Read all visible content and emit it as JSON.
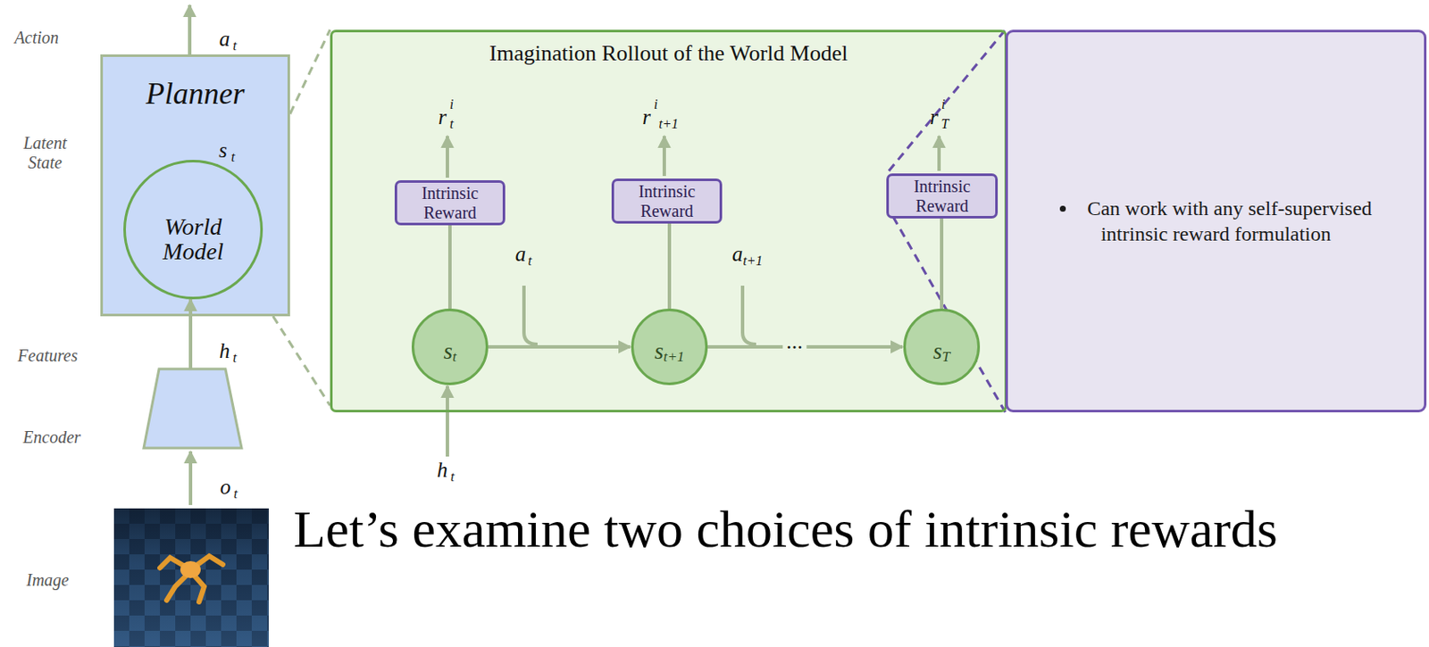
{
  "diagram": {
    "title": "Let’s examine two choices of intrinsic rewards",
    "nodes": [
      {
        "text": [
          "Planner"
        ]
      },
      {
        "text": [
          "World Model"
        ],
        "in": 0
      },
      {
        "text": [
          "Imagination Rollout of the World Model"
        ]
      },
      {
        "text": [
          "Intrinsic Reward"
        ],
        "in": 2
      },
      {
        "text": [
          "Intrinsic Reward"
        ],
        "in": 2
      },
      {
        "text": [
          "Intrinsic Reward"
        ],
        "in": 2
      },
      {
        "text": [
          "s",
          "t"
        ],
        "in": 2
      },
      {
        "text": [
          "s",
          "t+1"
        ],
        "in": 2
      },
      {
        "text": [
          "s",
          "T"
        ],
        "in": 2
      },
      {
        "text": [
          "Can work with any self-supervised intrinsic reward formulation"
        ]
      }
    ],
    "edges": [
      {
        "from": 6,
        "to": 7,
        "arrow": "to"
      },
      {
        "from": 7,
        "to": 8,
        "arrow": "to"
      },
      {
        "from": 6,
        "to": 3,
        "arrow": "none"
      },
      {
        "from": 7,
        "to": 4,
        "arrow": "none"
      },
      {
        "from": 8,
        "to": 5,
        "arrow": "none"
      }
    ],
    "labels": [
      "Action",
      "Latent State",
      "Features",
      "Encoder",
      "Image",
      "a",
      "t",
      "s",
      "t",
      "h",
      "t",
      "o",
      "t",
      "r",
      "i",
      "t",
      "r",
      "i",
      "t+1",
      "r",
      "i",
      "T",
      "a",
      "t",
      "a",
      "t+1",
      "...",
      "h",
      "t"
    ]
  }
}
